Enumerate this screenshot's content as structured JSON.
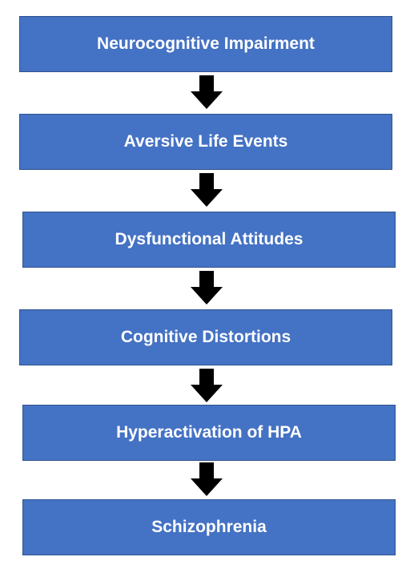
{
  "diagram": {
    "steps": [
      {
        "label": "Neurocognitive Impairment"
      },
      {
        "label": "Aversive Life Events"
      },
      {
        "label": "Dysfunctional Attitudes"
      },
      {
        "label": "Cognitive Distortions"
      },
      {
        "label": "Hyperactivation of HPA"
      },
      {
        "label": "Schizophrenia"
      }
    ],
    "colors": {
      "box_fill": "#4472c4",
      "box_border": "#2f528f",
      "text": "#ffffff",
      "arrow": "#000000"
    },
    "arrow_icon": "down-arrow-icon"
  }
}
